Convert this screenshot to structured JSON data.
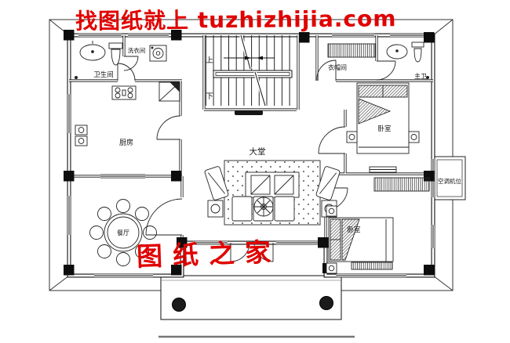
{
  "watermarks": {
    "top": "找图纸就上 tuzhizhijia.com",
    "center": "图纸之家",
    "color": "#e10000"
  },
  "rooms": {
    "bathroom": "卫生间",
    "laundry": "洗衣间",
    "kitchen": "厨房",
    "dining": "餐厅",
    "hall": "大堂",
    "cloakroom": "衣帽间",
    "master_bath": "主卫",
    "bedroom_top": "卧室",
    "bedroom_bottom": "卧室",
    "ac_unit": "空调机位"
  },
  "stairs": {
    "up": "上",
    "down": "下"
  },
  "drawing": {
    "line_color": "#1a1a1a",
    "background": "#ffffff"
  }
}
